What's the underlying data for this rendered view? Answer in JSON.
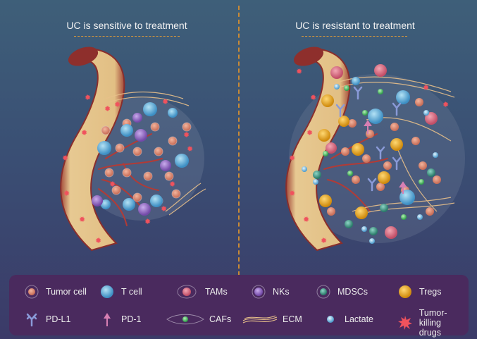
{
  "panels": {
    "left_title": "UC is sensitive to treatment",
    "right_title": "UC is resistant to treatment"
  },
  "legend": {
    "tumor_cell": "Tumor cell",
    "t_cell": "T cell",
    "tams": "TAMs",
    "nks": "NKs",
    "mdscs": "MDSCs",
    "tregs": "Tregs",
    "pd_l1": "PD-L1",
    "pd_1": "PD-1",
    "cafs": "CAFs",
    "ecm": "ECM",
    "lactate": "Lactate",
    "tumor_killing_drugs_line1": "Tumor-killing",
    "tumor_killing_drugs_line2": "drugs"
  },
  "colors": {
    "background_top": "#3e5f79",
    "background_bottom": "#3b3a68",
    "legend_bg": "#4a2a5e",
    "divider": "#c98a35",
    "vessel_wall": "#e3c48b",
    "vessel_outer": "#9e3b3a",
    "tumor_cell": "#e0977f",
    "t_cell": "#6fbde0",
    "tams": "#e17d8f",
    "nks": "#9f7ac9",
    "mdscs": "#4aa592",
    "tregs": "#f2b41e",
    "pd_l1": "#8a9ad8",
    "pd_1": "#d77fb3",
    "cafs": "#54c46f",
    "ecm": "#e8c08a",
    "lactate": "#8cc7e8",
    "drug": "#f0525d"
  }
}
